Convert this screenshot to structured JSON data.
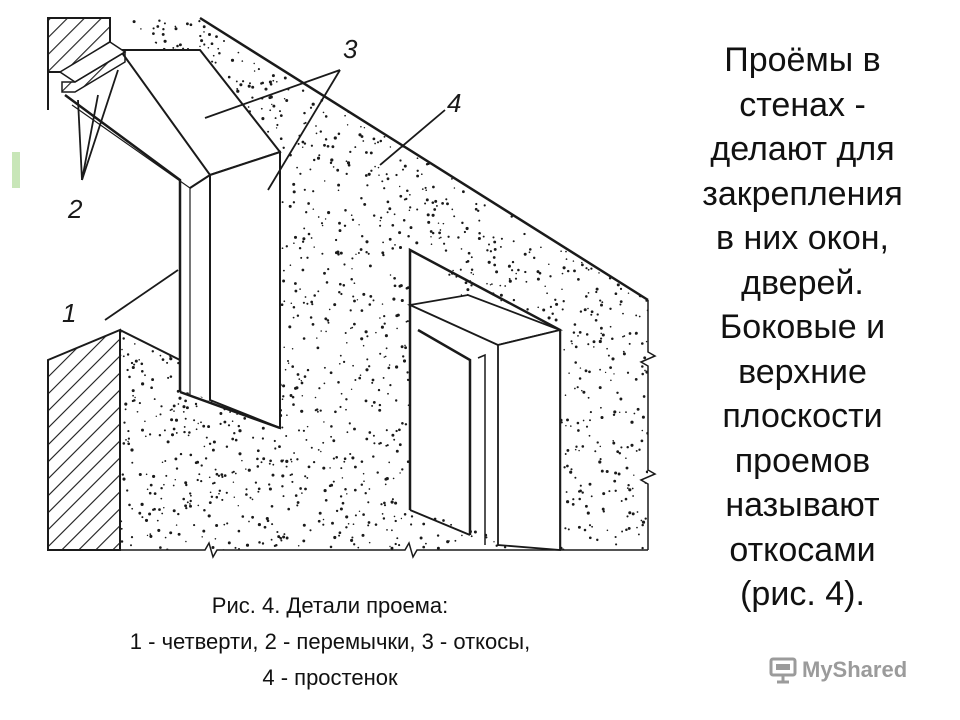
{
  "heading": {
    "lines": [
      "Проёмы в",
      "стенах -",
      "делают для",
      "закрепления",
      "в них окон,",
      "дверей.",
      "Боковые и",
      "верхние",
      "плоскости",
      "проемов",
      "называют",
      "откосами",
      "(рис. 4)."
    ]
  },
  "caption": {
    "lines": [
      "Рис. 4. Детали проема:",
      "1 - четверти, 2 - перемычки, 3 - откосы,",
      "4 - простенок"
    ]
  },
  "callouts": [
    "1",
    "2",
    "3",
    "4"
  ],
  "watermark": {
    "text": "MyShared",
    "icon": "projector-screen-icon"
  },
  "colors": {
    "ink": "#1a1a1a",
    "wall": "#ffffff",
    "watermark": "#9b9b9b"
  }
}
